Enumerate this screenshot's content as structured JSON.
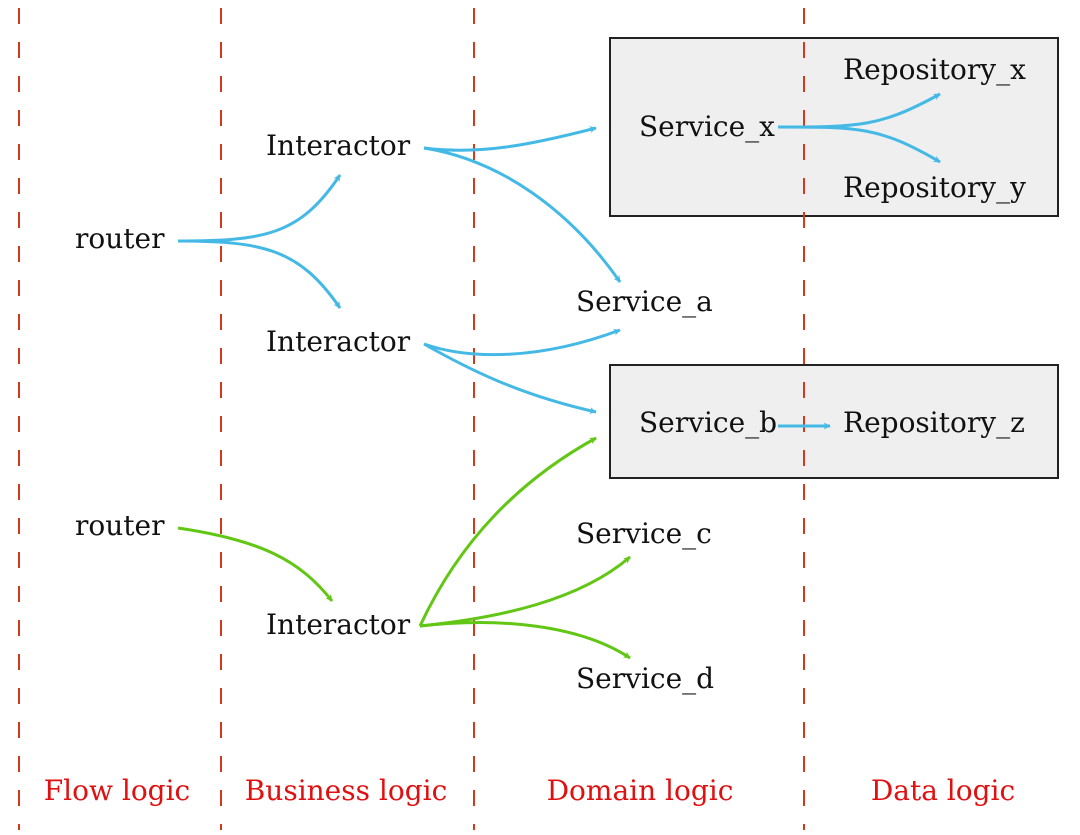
{
  "colors": {
    "divider": "#d33a1c",
    "layer_label": "#e01010",
    "blue_flow": "#45b9e6",
    "green_flow": "#62c614",
    "group_fill": "#efefef",
    "group_stroke": "#222222"
  },
  "layers": [
    {
      "label": "Flow logic"
    },
    {
      "label": "Business logic"
    },
    {
      "label": "Domain logic"
    },
    {
      "label": "Data logic"
    }
  ],
  "nodes": {
    "router_1": "router",
    "router_2": "router",
    "interactor_1": "Interactor",
    "interactor_2": "Interactor",
    "interactor_3": "Interactor",
    "service_x": "Service_x",
    "service_a": "Service_a",
    "service_b": "Service_b",
    "service_c": "Service_c",
    "service_d": "Service_d",
    "repository_x": "Repository_x",
    "repository_y": "Repository_y",
    "repository_z": "Repository_z"
  },
  "edges": [
    {
      "from": "router_1",
      "to": "interactor_1",
      "flow": "blue"
    },
    {
      "from": "router_1",
      "to": "interactor_2",
      "flow": "blue"
    },
    {
      "from": "interactor_1",
      "to": "service_x",
      "flow": "blue"
    },
    {
      "from": "interactor_1",
      "to": "service_a",
      "flow": "blue"
    },
    {
      "from": "interactor_2",
      "to": "service_a",
      "flow": "blue"
    },
    {
      "from": "interactor_2",
      "to": "service_b",
      "flow": "blue"
    },
    {
      "from": "service_x",
      "to": "repository_x",
      "flow": "blue"
    },
    {
      "from": "service_x",
      "to": "repository_y",
      "flow": "blue"
    },
    {
      "from": "service_b",
      "to": "repository_z",
      "flow": "blue"
    },
    {
      "from": "router_2",
      "to": "interactor_3",
      "flow": "green"
    },
    {
      "from": "interactor_3",
      "to": "service_b",
      "flow": "green"
    },
    {
      "from": "interactor_3",
      "to": "service_c",
      "flow": "green"
    },
    {
      "from": "interactor_3",
      "to": "service_d",
      "flow": "green"
    }
  ]
}
